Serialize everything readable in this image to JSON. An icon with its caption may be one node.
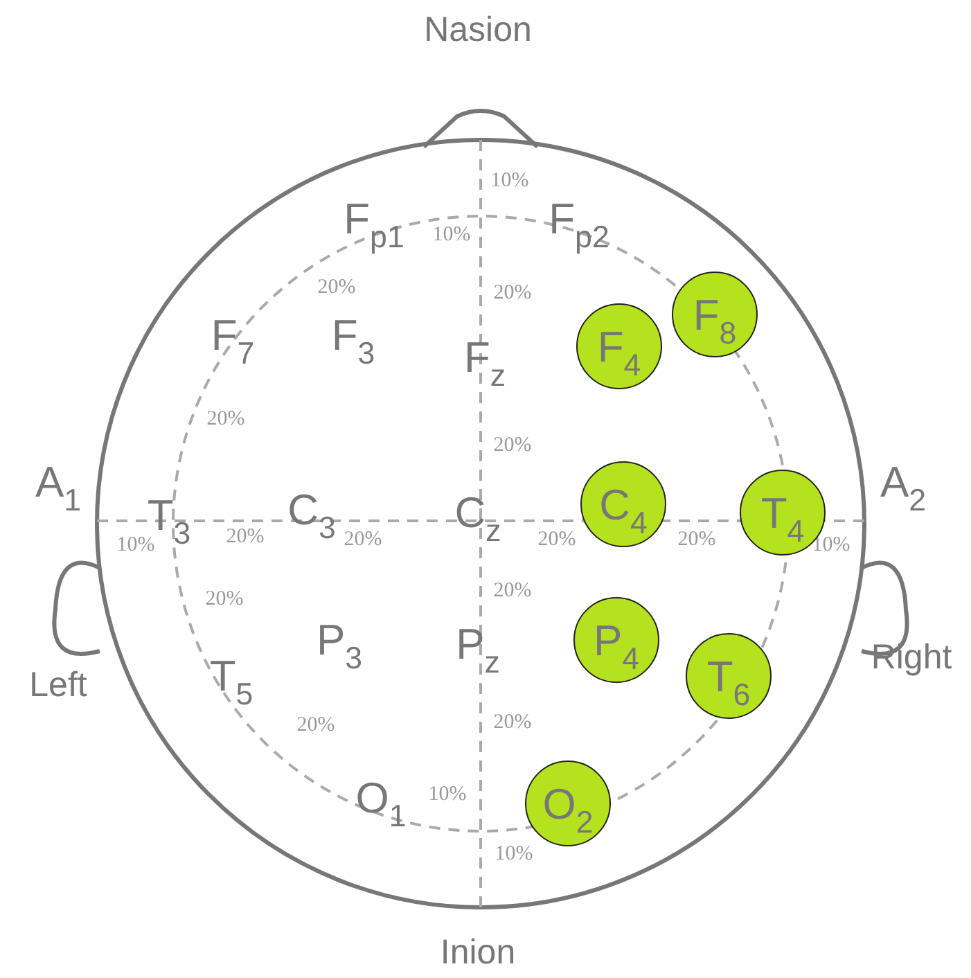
{
  "diagram": {
    "nodes": [
      {
        "text": [
          "F$_{4}$"
        ]
      },
      {
        "text": [
          "F$_{8}$"
        ]
      },
      {
        "text": [
          "C$_{4}$"
        ]
      },
      {
        "text": [
          "T$_{4}$"
        ]
      },
      {
        "text": [
          "P$_{4}$"
        ]
      },
      {
        "text": [
          "T$_{6}$"
        ]
      },
      {
        "text": [
          "O$_{2}$"
        ]
      }
    ],
    "edges": [],
    "labels": [
      "Nasion",
      "10%",
      "F$_{p1}$",
      "10%",
      "F$_{p2}$",
      "20%",
      "20%",
      "F$_{7}$",
      "F$_{3}$",
      "F$_{z}$",
      "20%",
      "20%",
      "A$_{1}$",
      "A$_{2}$",
      "T$_{3}$",
      "C$_{3}$",
      "C$_{z}$",
      "10%",
      "20%",
      "20%",
      "20%",
      "20%",
      "10%",
      "20%",
      "20%",
      "P$_{3}$",
      "P$_{z}$",
      "Right",
      "Left",
      "T$_{5}$",
      "20%",
      "20%",
      "O$_{1}$",
      "10%",
      "10%",
      "Inion"
    ]
  }
}
